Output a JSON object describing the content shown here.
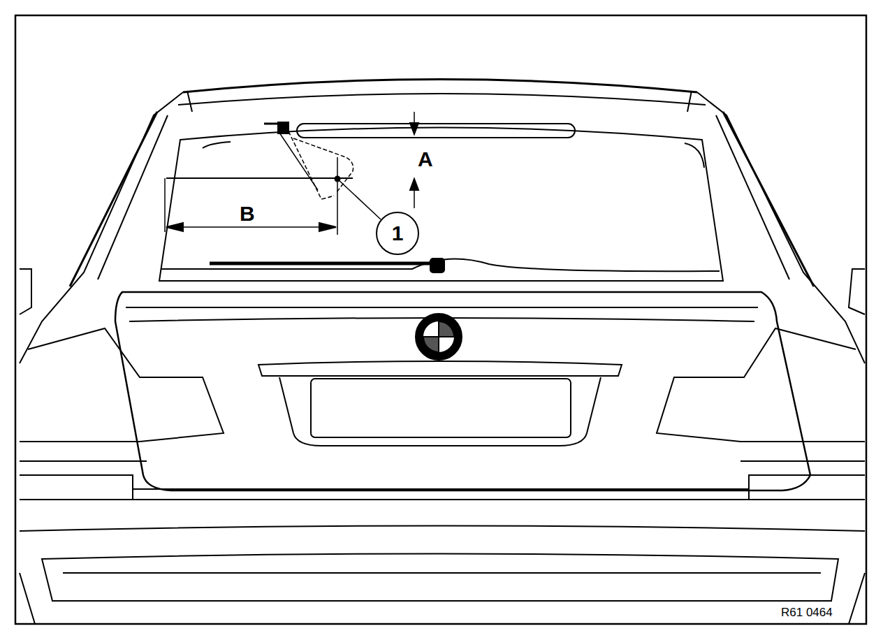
{
  "diagram": {
    "nodes": [
      {
        "text": [
          "1"
        ]
      }
    ],
    "labels": [
      "A",
      "B",
      "R61 0464"
    ]
  }
}
